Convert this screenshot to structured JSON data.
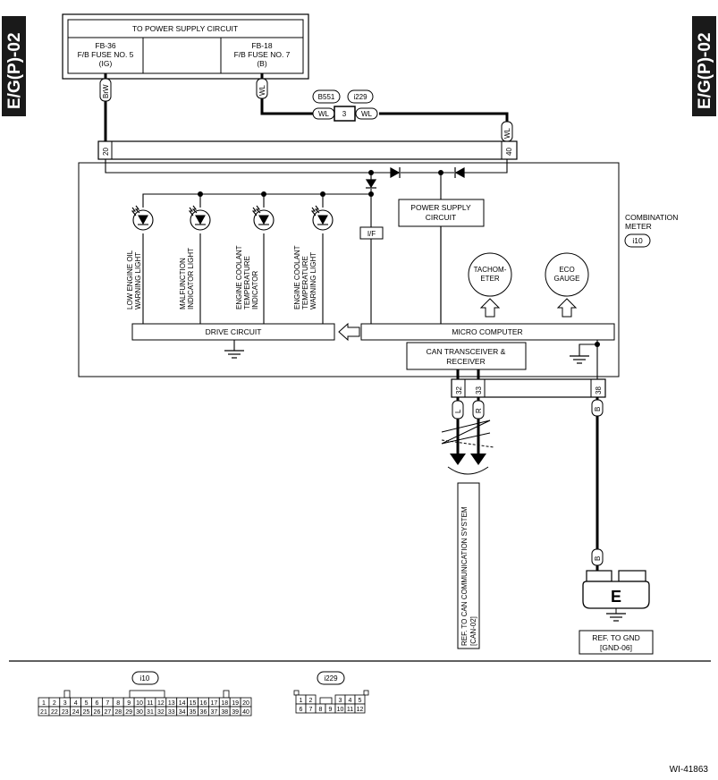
{
  "side_tab": "E/G(P)-02",
  "top_box": {
    "title": "TO POWER SUPPLY CIRCUIT",
    "fuse_left": [
      "FB-36",
      "F/B FUSE NO. 5",
      "(IG)"
    ],
    "fuse_right": [
      "FB-18",
      "F/B FUSE NO. 7",
      "(B)"
    ]
  },
  "wires": {
    "brw": "BrW",
    "wl": "WL",
    "l": "L",
    "r": "R",
    "b": "B"
  },
  "connector_refs": {
    "b551": "B551",
    "i229": "i229",
    "joint_pin": "3"
  },
  "meter_pins": {
    "p20": "20",
    "p40": "40",
    "p32": "32",
    "p33": "33",
    "p38": "38"
  },
  "meter": {
    "label": [
      "COMBINATION",
      "METER"
    ],
    "connector": "i10",
    "lights": [
      [
        "LOW ENGINE OIL",
        "WARNING LIGHT"
      ],
      [
        "MALFUNCTION",
        "INDICATOR LIGHT"
      ],
      [
        "ENGINE COOLANT",
        "TEMPERATURE",
        "INDICATOR"
      ],
      [
        "ENGINE COOLANT",
        "TEMPERATURE",
        "WARNING LIGHT"
      ]
    ],
    "power_supply": [
      "POWER SUPPLY",
      "CIRCUIT"
    ],
    "if_label": "I/F",
    "tacho": [
      "TACHOM-",
      "ETER"
    ],
    "eco": [
      "ECO",
      "GAUGE"
    ],
    "drive_circuit": "DRIVE CIRCUIT",
    "micro_computer": "MICRO COMPUTER",
    "can_trx": [
      "CAN TRANSCEIVER &",
      "RECEIVER"
    ]
  },
  "ref_can": [
    "REF. TO CAN COMMUNICATION SYSTEM",
    "[CAN-02]"
  ],
  "ground": {
    "letter": "E",
    "ref": [
      "REF. TO GND",
      "[GND-06]"
    ]
  },
  "connector_views": {
    "i10": {
      "name": "i10",
      "row1": [
        "1",
        "2",
        "3",
        "4",
        "5",
        "6",
        "7",
        "8",
        "9",
        "10",
        "11",
        "12",
        "13",
        "14",
        "15",
        "16",
        "17",
        "18",
        "19",
        "20"
      ],
      "row2": [
        "21",
        "22",
        "23",
        "24",
        "25",
        "26",
        "27",
        "28",
        "29",
        "30",
        "31",
        "32",
        "33",
        "34",
        "35",
        "36",
        "37",
        "38",
        "39",
        "40"
      ]
    },
    "i229": {
      "name": "i229",
      "row1": [
        "1",
        "2",
        "",
        "3",
        "4",
        "5"
      ],
      "row2": [
        "6",
        "7",
        "8",
        "9",
        "10",
        "11",
        "12"
      ]
    }
  },
  "figure_id": "WI-41863"
}
